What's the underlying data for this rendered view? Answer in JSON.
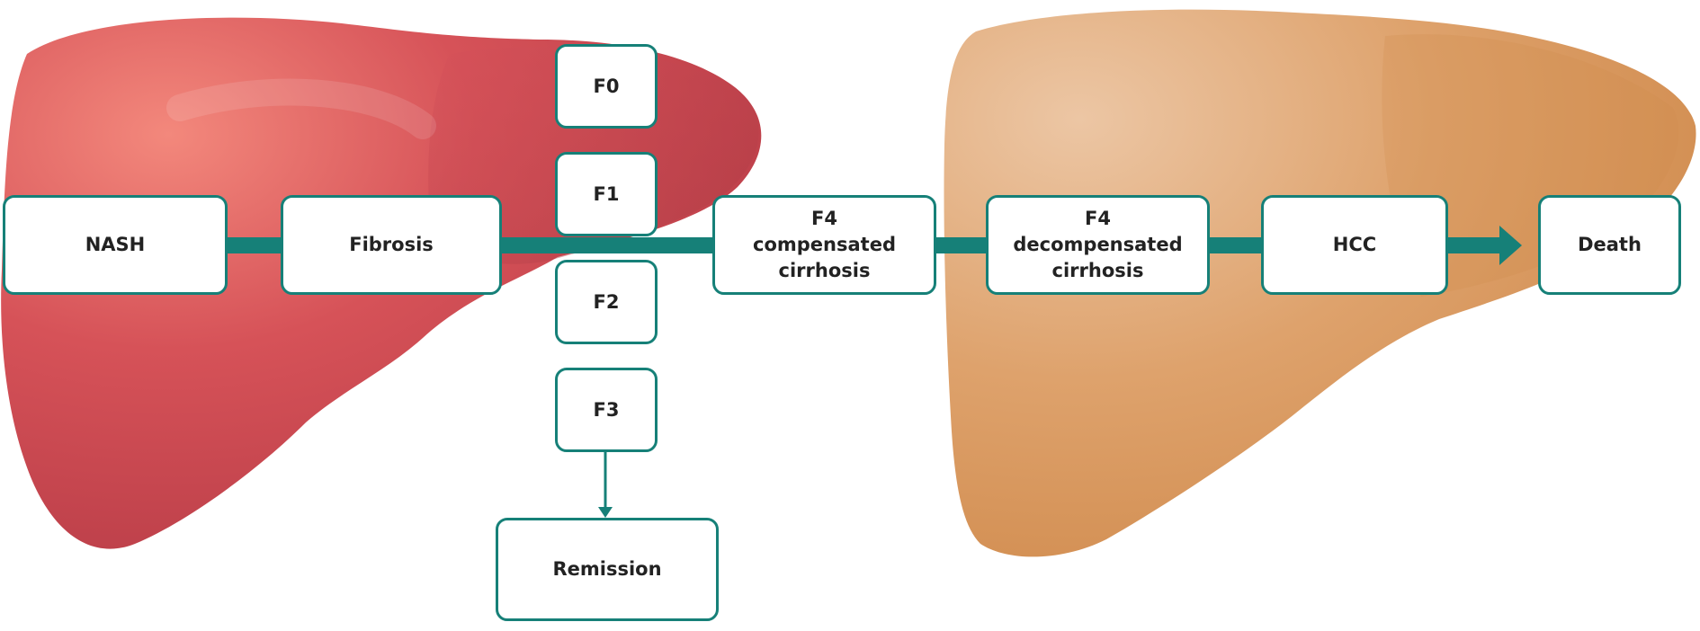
{
  "colors": {
    "connector": "#168078",
    "node_border": "#168078",
    "node_fill": "#ffffff",
    "text": "#222222",
    "liver_red": "#d04c56",
    "liver_orange": "#dc9a60"
  },
  "images": {
    "left_liver": "red-liver-illustration",
    "right_liver": "orange-liver-illustration"
  },
  "nodes": {
    "nash": "NASH",
    "fibrosis": "Fibrosis",
    "f0": "F0",
    "f1": "F1",
    "f2": "F2",
    "f3": "F3",
    "remission": "Remission",
    "f4_compensated": {
      "line1": "F4",
      "line2": "compensated",
      "line3": "cirrhosis"
    },
    "f4_decompensated": {
      "line1": "F4",
      "line2": "decompensated",
      "line3": "cirrhosis"
    },
    "hcc": "HCC",
    "death": "Death"
  }
}
